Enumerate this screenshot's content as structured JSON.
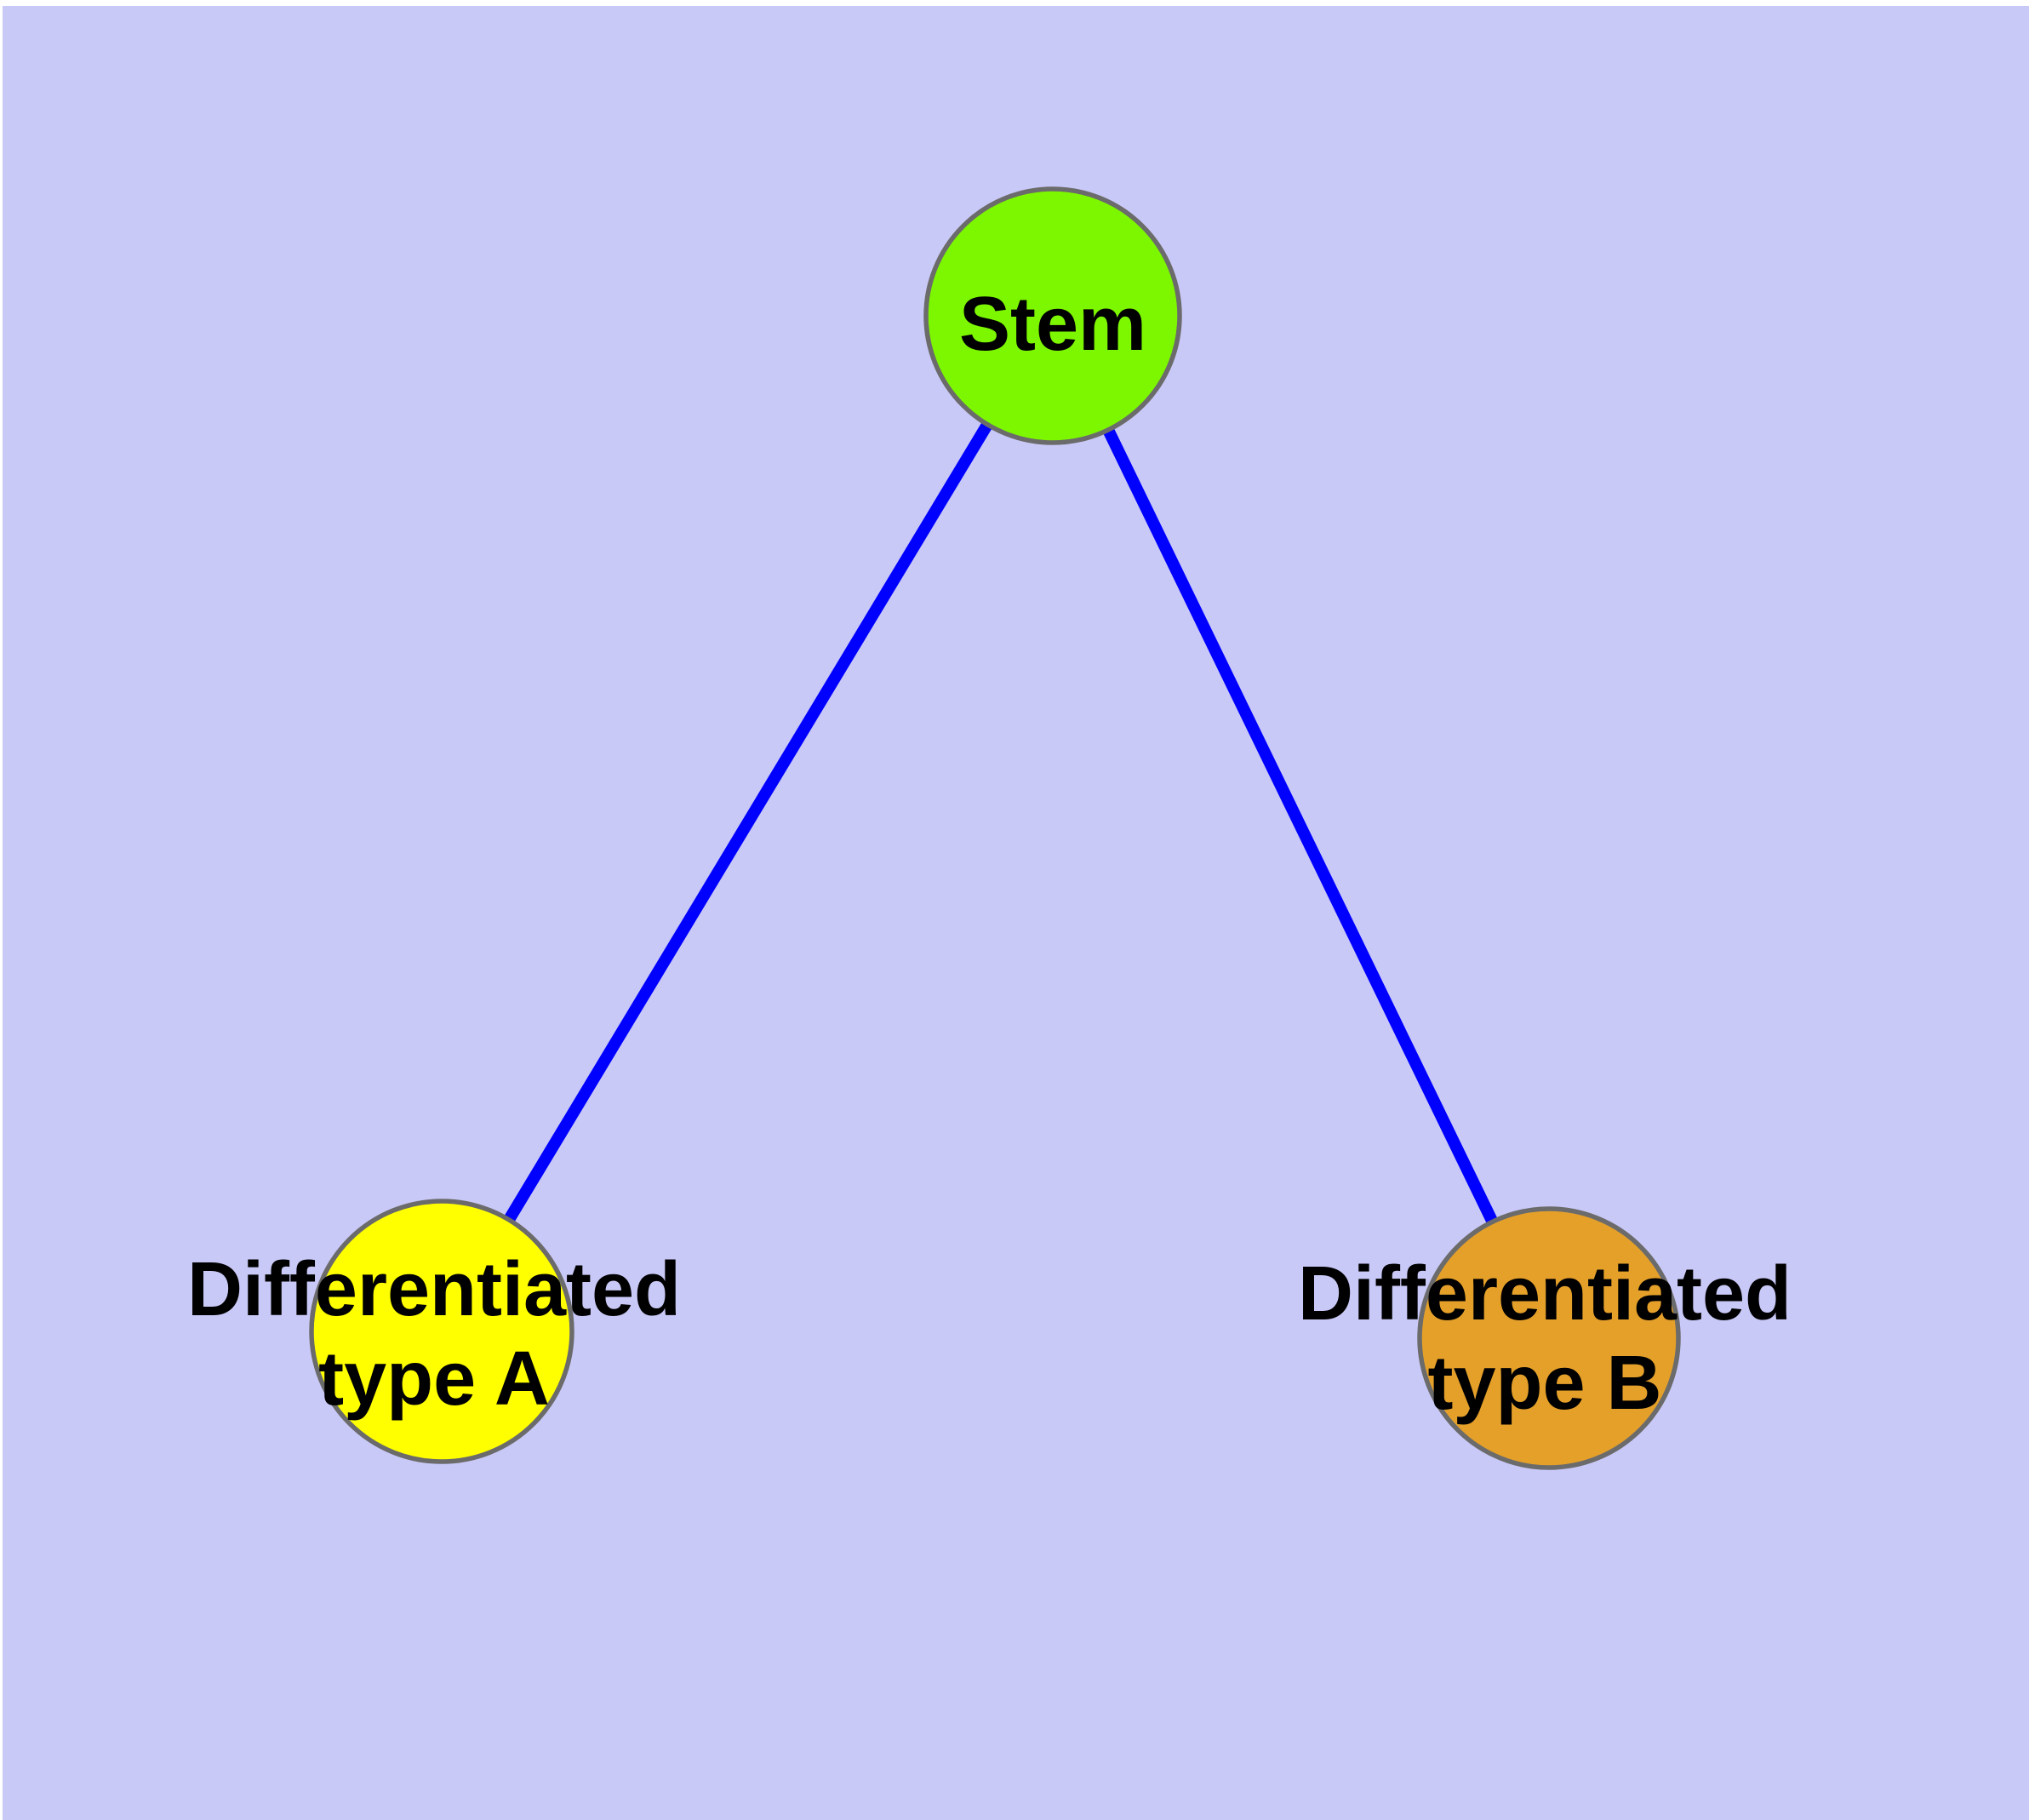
{
  "canvas": {
    "page_background": "#FFFFFF",
    "plot_background": "#C9C9F8"
  },
  "graph": {
    "type": "undirected-tree",
    "text_color": "#000000",
    "node_stroke": "#6B6B6B",
    "edge_color": "#0000FF",
    "nodes": [
      {
        "id": "stem",
        "label": "Stem",
        "lines": [
          "Stem"
        ],
        "fill": "#7CF700",
        "stroke": "#6B6B6B"
      },
      {
        "id": "differentiated-type-a",
        "label": "Differentiated type A",
        "lines": [
          "Differentiated",
          "type A"
        ],
        "fill": "#FFFF00",
        "stroke": "#6B6B6B"
      },
      {
        "id": "differentiated-type-b",
        "label": "Differentiated type B",
        "lines": [
          "Differentiated",
          "type B"
        ],
        "fill": "#E5A02A",
        "stroke": "#6B6B6B"
      }
    ],
    "edges": [
      {
        "from": "stem",
        "to": "differentiated-type-a",
        "color": "#0000FF"
      },
      {
        "from": "stem",
        "to": "differentiated-type-b",
        "color": "#0000FF"
      }
    ]
  }
}
